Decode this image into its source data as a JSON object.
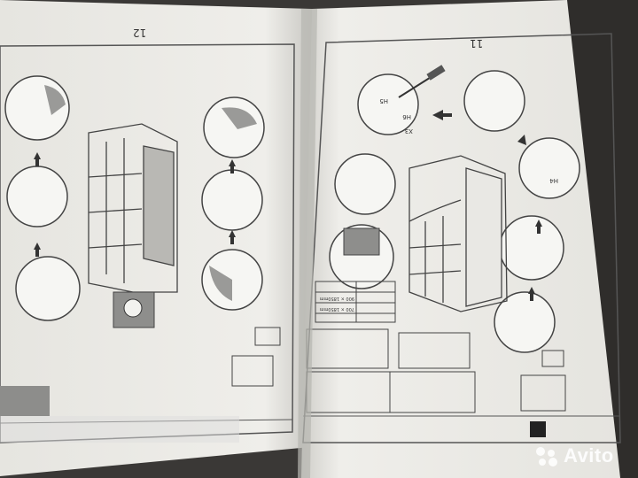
{
  "pages": [
    {
      "id": "left",
      "page_number": "12"
    },
    {
      "id": "right",
      "page_number": "11"
    }
  ],
  "labels": {
    "screw_h4": "H4",
    "screw_h5": "H5",
    "screw_h6": "H6",
    "count_x3": "X3",
    "dim_a": "900 × 1850mm",
    "dim_b": "700 × 1850mm"
  },
  "watermark": {
    "brand": "Avito"
  },
  "colors": {
    "background": "#3a3836",
    "paper": "#f1f0ec",
    "ink": "#4a4a4a",
    "watermark": "#ffffff"
  }
}
